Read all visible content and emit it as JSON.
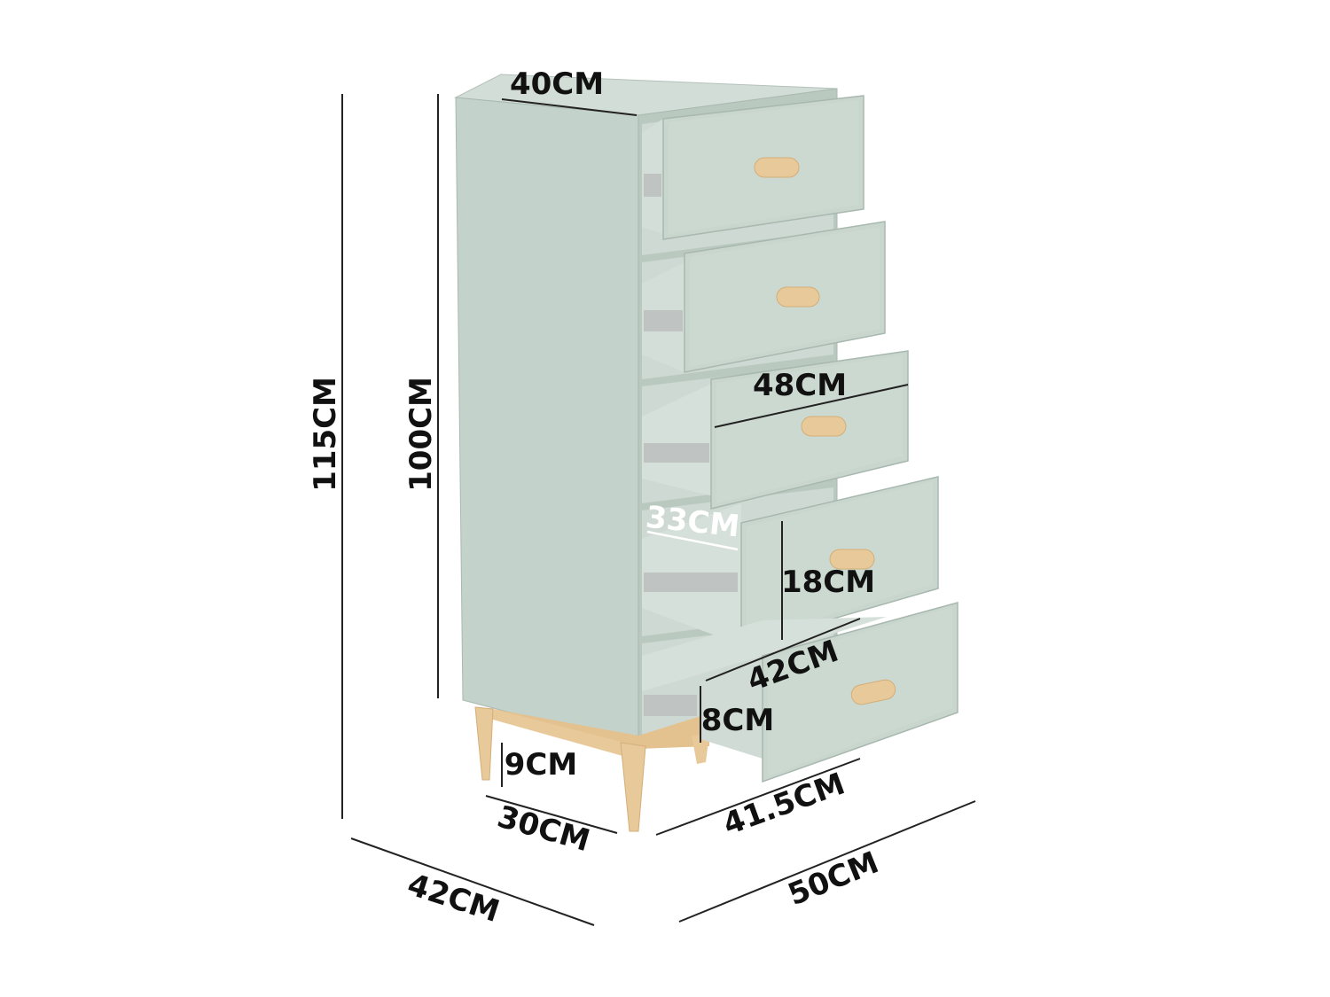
{
  "colors": {
    "body": "#c5d4cc",
    "body_side": "#b9c9c0",
    "body_shadow": "#aebfb6",
    "interior": "#cdd9d2",
    "wood": "#e8c99a",
    "wood_dark": "#d4ae78",
    "rail": "#bfc4c2"
  },
  "dimensions": {
    "total_height": "115CM",
    "body_height": "100CM",
    "top_width": "40CM",
    "drawer_width": "48CM",
    "drawer_inner_width": "33CM",
    "drawer_height": "18CM",
    "drawer_depth": "42CM",
    "inner_height": "8CM",
    "leg_height": "9CM",
    "base_width": "30CM",
    "base_depth": "41.5CM",
    "side_depth": "42CM",
    "overall_depth": "50CM"
  }
}
